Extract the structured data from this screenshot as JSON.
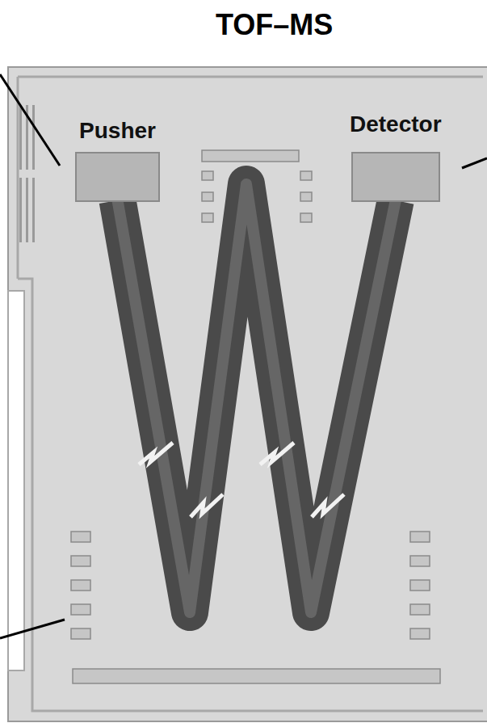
{
  "diagram": {
    "title": "TOF–MS",
    "nodes": [
      {
        "text": [
          "Pusher"
        ]
      },
      {
        "text": [
          "Detector"
        ]
      }
    ],
    "edges": [
      {
        "from": 0,
        "to": 1,
        "arrow": "none"
      }
    ]
  }
}
